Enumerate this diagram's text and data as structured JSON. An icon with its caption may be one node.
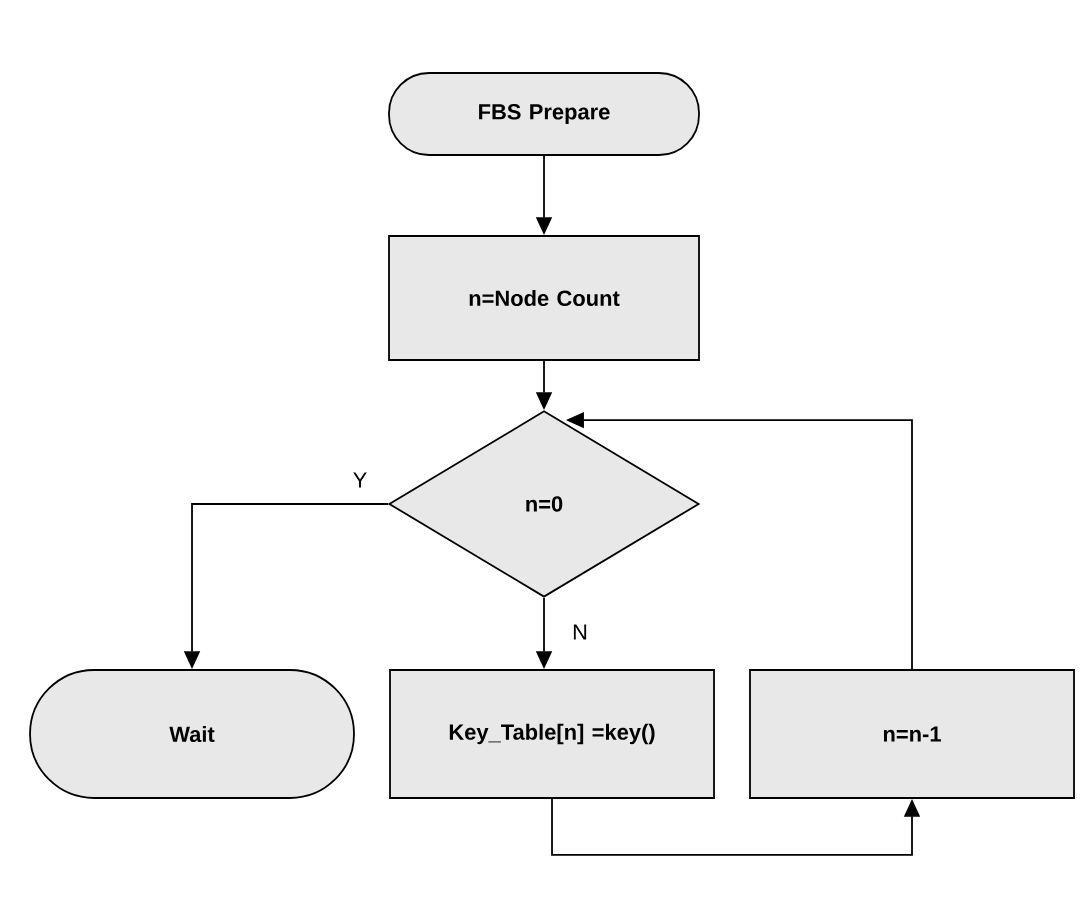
{
  "diagram": {
    "nodes": [
      {
        "text": [
          "FBS Prepare"
        ]
      },
      {
        "text": [
          "n=Node Count"
        ]
      },
      {
        "text": [
          "n=0"
        ]
      },
      {
        "text": [
          "Wait"
        ]
      },
      {
        "text": [
          "Key_Table[n] =key()"
        ]
      },
      {
        "text": [
          "n=n-1"
        ]
      }
    ],
    "edges": [
      {
        "from": 0,
        "to": 1,
        "arrow": "to"
      },
      {
        "from": 1,
        "to": 2,
        "arrow": "to"
      },
      {
        "from": 2,
        "to": 3,
        "arrow": "to",
        "label": "Y"
      },
      {
        "from": 2,
        "to": 4,
        "arrow": "to",
        "label": "N"
      },
      {
        "from": 4,
        "to": 5,
        "arrow": "to"
      },
      {
        "from": 5,
        "to": 2,
        "arrow": "to"
      }
    ]
  }
}
